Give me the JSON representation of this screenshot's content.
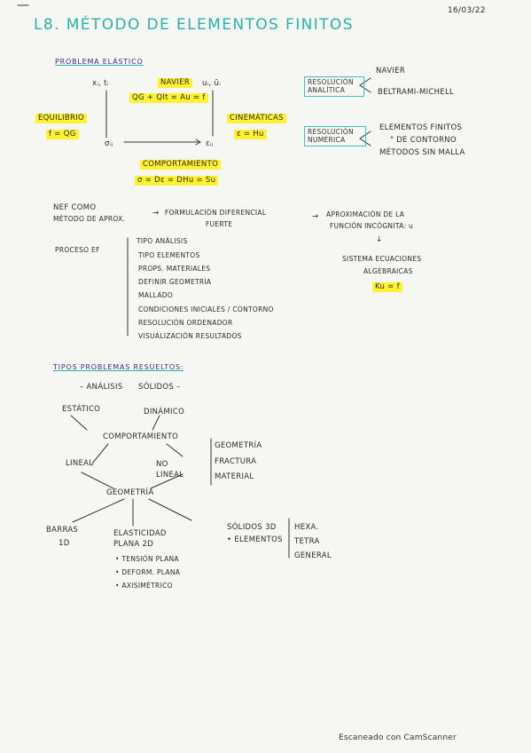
{
  "title": "L8. MÉTODO DE ELEMENTOS FINITOS",
  "date": "16/03/22",
  "problema": {
    "heading": "PROBLEMA ELÁSTICO",
    "top_left": "xᵢ, tᵢ",
    "navier": "NAVIER",
    "top_right": "uᵢ, ūᵢ",
    "navier_eq": "QG + QIt = Au = f",
    "equilibrio": "EQUILIBRIO",
    "equilibrio_eq": "f = QG",
    "cinematicas": "CINEMÁTICAS",
    "cinematicas_eq": "ε = Hu",
    "sigma": "σᵢⱼ",
    "epsilon": "εᵢⱼ",
    "comportamiento": "COMPORTAMIENTO",
    "comportamiento_eq": "σ = Dε = DHu = Su",
    "resolucion_analitica": "RESOLUCIÓN ANALÍTICA",
    "analitica_1": "NAVIER",
    "analitica_2": "BELTRAMI-MICHELL",
    "resolucion_numerica": "RESOLUCIÓN NUMÉRICA",
    "numerica_1": "ELEMENTOS FINITOS",
    "numerica_2": "\" DE CONTORNO",
    "numerica_3": "MÉTODOS SIN MALLA"
  },
  "nef": {
    "line1": "NEF COMO",
    "line2": "MÉTODO DE APROX.",
    "arrow1": "→",
    "formulacion1": "FORMULACIÓN DIFERENCIAL",
    "formulacion2": "FUERTE",
    "arrow2": "→",
    "aprox1": "APROXIMACIÓN DE LA",
    "aprox2": "FUNCIÓN INCÓGNITA: u",
    "down_arrow": "↓",
    "sistema1": "SISTEMA ECUACIONES",
    "sistema2": "ALGEBRAICAS",
    "sistema_eq": "Ku = f"
  },
  "proceso": {
    "label": "PROCESO EF",
    "steps": [
      "TIPO ANÁLISIS",
      "TIPO ELEMENTOS",
      "PROPS. MATERIALES",
      "DEFINIR GEOMETRÍA",
      "MALLADO",
      "CONDICIONES INICIALES / CONTORNO",
      "RESOLUCIÓN ORDENADOR",
      "VISUALIZACIÓN RESULTADOS"
    ]
  },
  "tipos": {
    "heading": "TIPOS PROBLEMAS RESUELTOS:",
    "analisis": "– ANÁLISIS",
    "solidos": "SÓLIDOS –",
    "estatico": "ESTÁTICO",
    "dinamico": "DINÁMICO",
    "comportamiento": "COMPORTAMIENTO",
    "lineal": "LINEAL",
    "no_lineal_1": "NO",
    "no_lineal_2": "LINEAL",
    "nl_items": [
      "GEOMETRÍA",
      "FRACTURA",
      "MATERIAL"
    ],
    "geometria": "GEOMETRÍA",
    "barras_1": "BARRAS",
    "barras_2": "1D",
    "elasticidad_1": "ELASTICIDAD",
    "elasticidad_2": "PLANA 2D",
    "elasticidad_items": [
      "• TENSIÓN PLANA",
      "• DEFORM. PLANA",
      "• AXISIMÉTRICO"
    ],
    "solidos3d": "SÓLIDOS 3D",
    "elementos": "• ELEMENTOS",
    "elem_items": [
      "HEXA.",
      "TETRA",
      "GENERAL"
    ]
  },
  "footer": "Escaneado con CamScanner"
}
